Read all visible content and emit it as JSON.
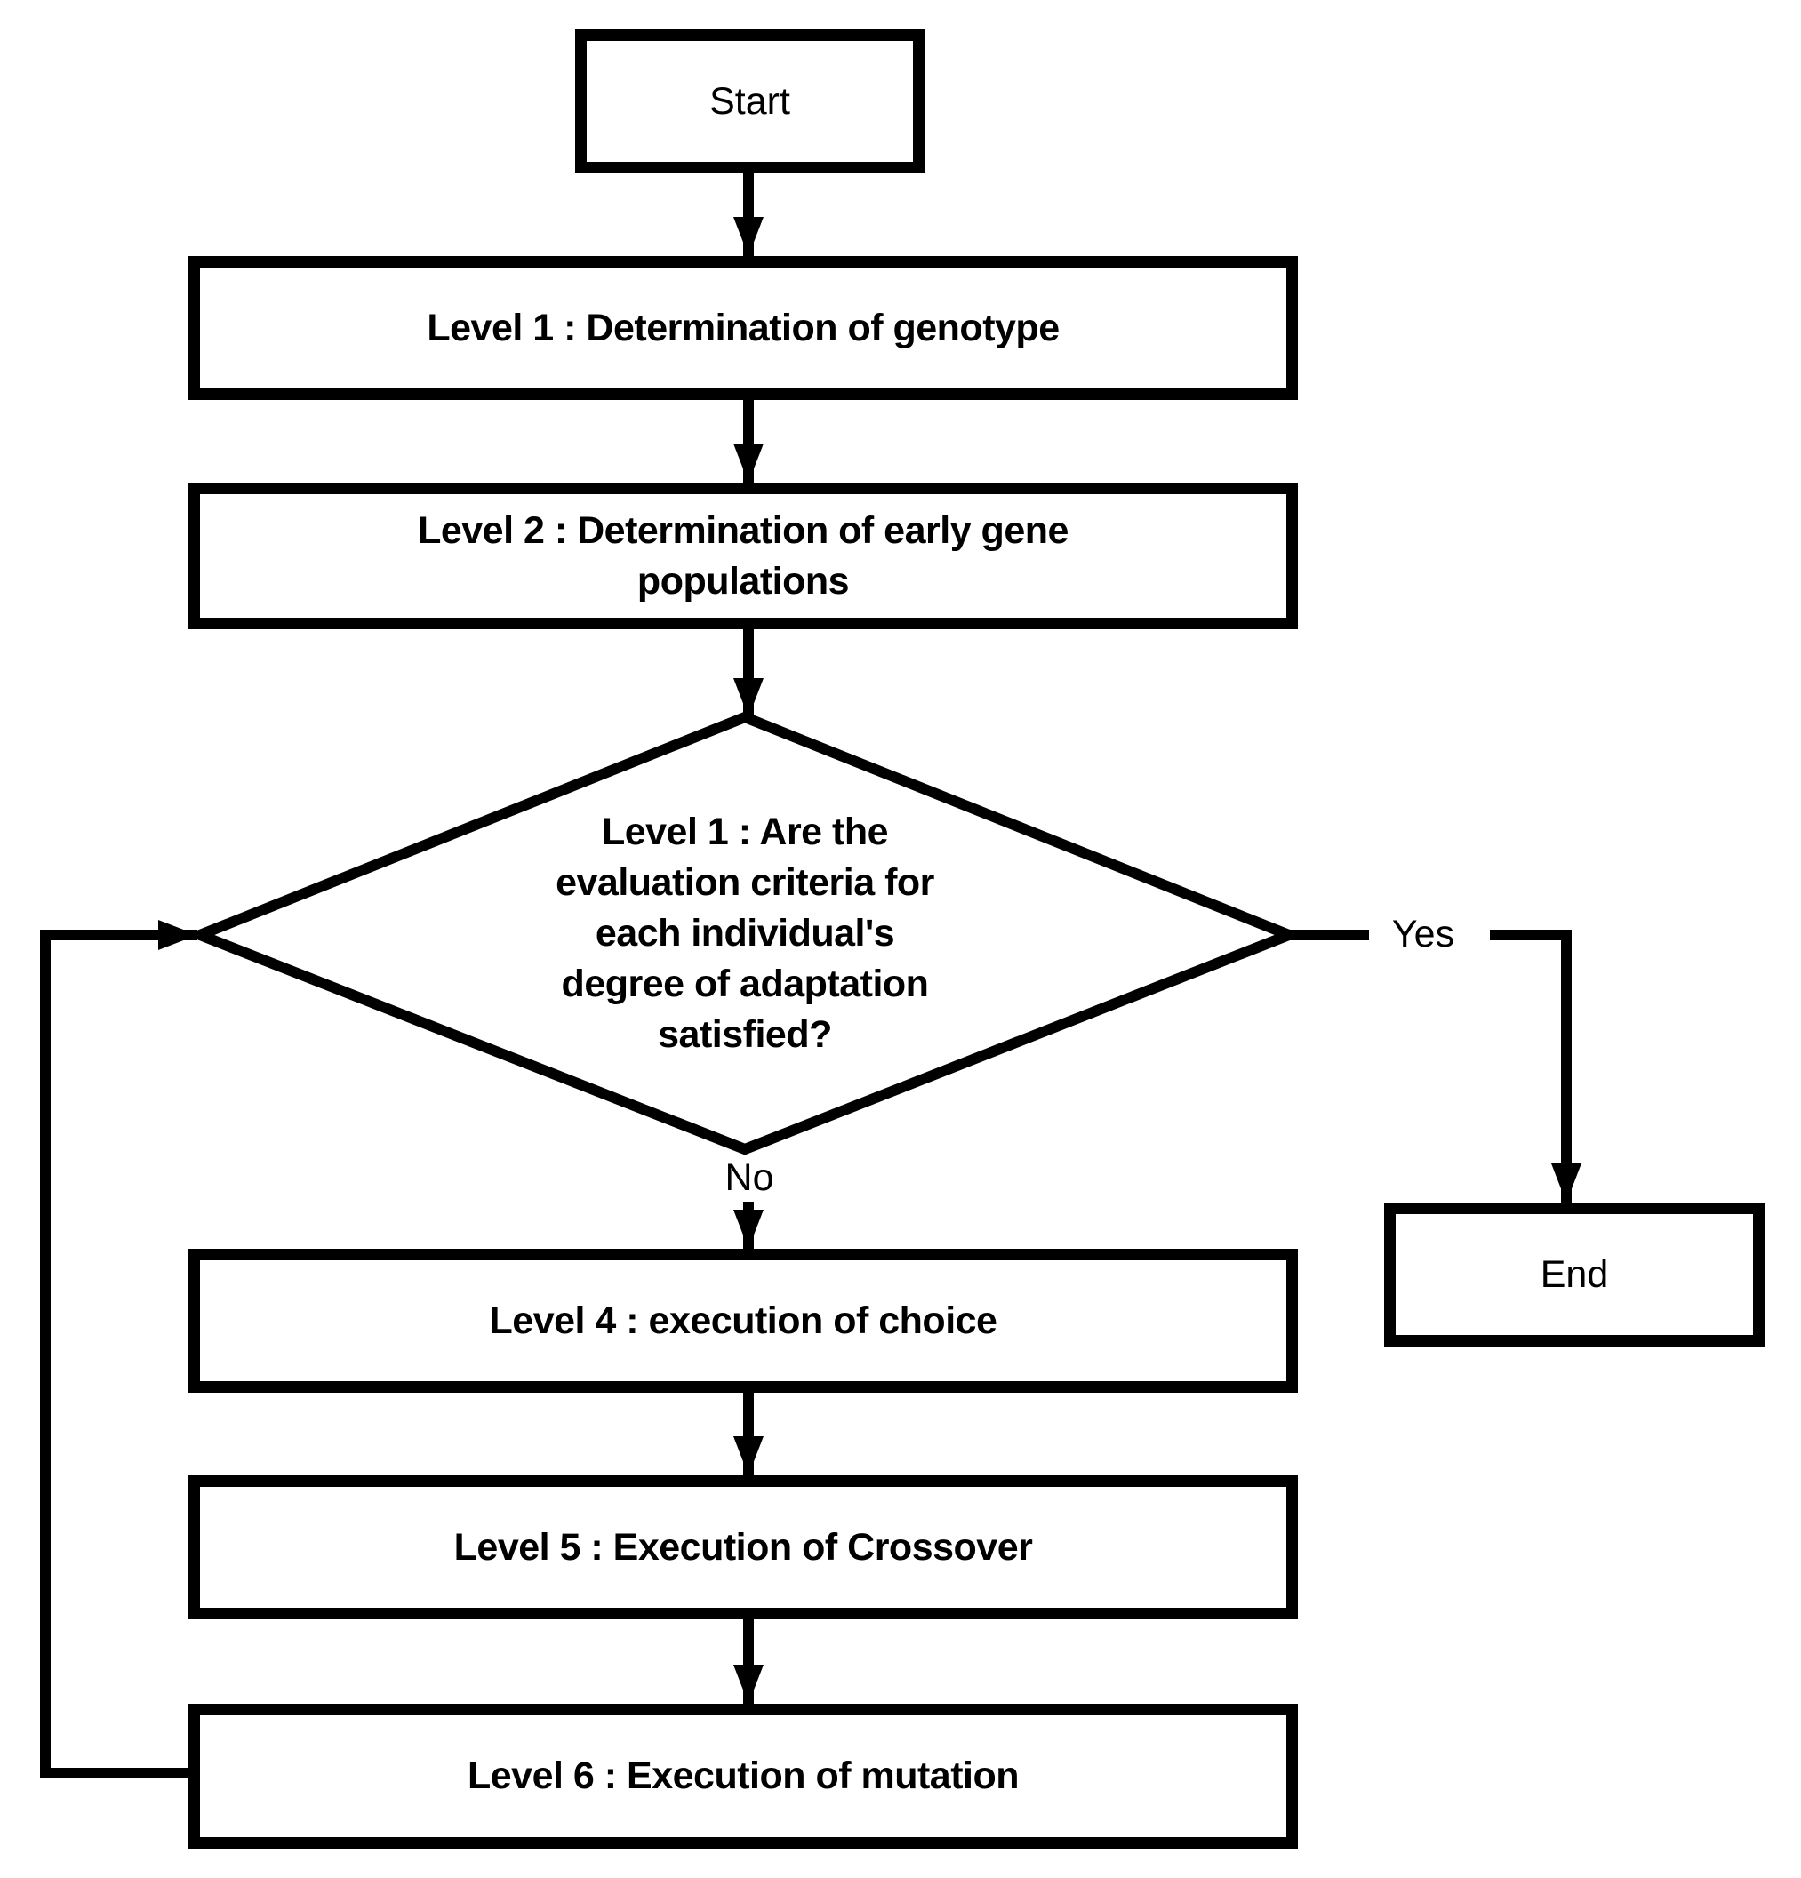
{
  "nodes": {
    "start": {
      "label": "Start"
    },
    "level1": {
      "label": "Level 1 : Determination of genotype"
    },
    "level2": {
      "label": "Level 2 : Determination of early gene\npopulations"
    },
    "decision": {
      "label": "Level 1 :  Are the\nevaluation criteria for\neach individual's\ndegree of adaptation\nsatisfied?"
    },
    "level4": {
      "label": "Level 4 : execution of choice"
    },
    "level5": {
      "label": "Level 5 : Execution of Crossover"
    },
    "level6": {
      "label": "Level 6 : Execution of mutation"
    },
    "end": {
      "label": "End"
    }
  },
  "edge_labels": {
    "yes": "Yes",
    "no": "No"
  },
  "colors": {
    "stroke": "#000000",
    "node_fill": "#ffffff",
    "background": "#ffffff",
    "text": "#000000"
  }
}
